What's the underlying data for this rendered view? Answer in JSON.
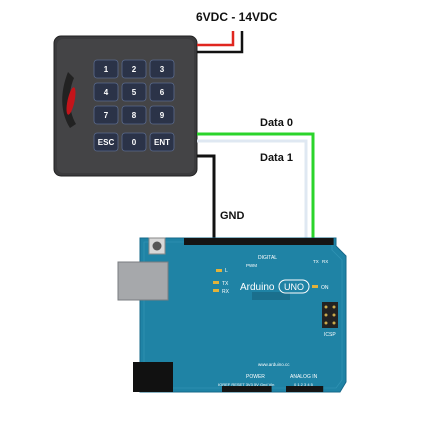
{
  "labels": {
    "power": "6VDC - 14VDC",
    "data0": "Data 0",
    "data1": "Data 1",
    "gnd": "GND"
  },
  "keypad": {
    "keys": [
      "1",
      "2",
      "3",
      "4",
      "5",
      "6",
      "7",
      "8",
      "9",
      "ESC",
      "0",
      "ENT"
    ]
  },
  "arduino": {
    "brand": "Arduino",
    "model": "UNO",
    "on_label": "ON",
    "digital_label": "DIGITAL",
    "pwm_label": "PWM",
    "tx_label": "TX",
    "rx_label": "RX",
    "l_label": "L",
    "icsp_label": "ICSP",
    "url": "www.arduino.cc",
    "power_label": "POWER",
    "analog_label": "ANALOG IN",
    "power_pins": "IOREF RESET 3V3 5V Gnd Vin",
    "analog_pins": "0 1 2 3 4 5"
  },
  "colors": {
    "red_wire": "#e0261f",
    "black_wire": "#111111",
    "green_wire": "#2bd42b",
    "white_wire": "#e6eef6",
    "board": "#1f83a5",
    "keypad_body": "#3a3a3c",
    "key": "#2b3348"
  }
}
